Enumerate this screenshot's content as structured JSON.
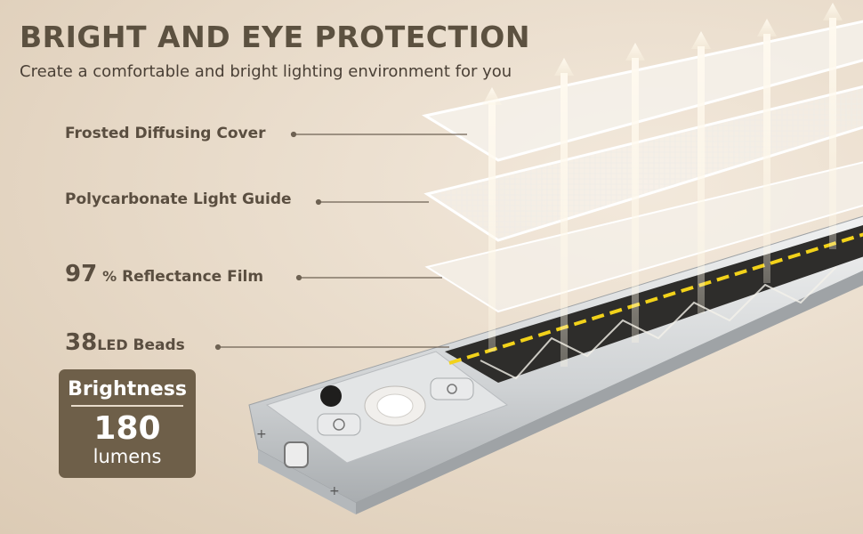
{
  "header": {
    "title": "BRIGHT AND EYE PROTECTION",
    "subtitle": "Create a comfortable and bright lighting environment for you"
  },
  "layers": {
    "cover": "Frosted Diffusing Cover",
    "guide": "Polycarbonate Light Guide",
    "film_value": "97",
    "film_unit": "%",
    "film_text": "Reflectance Film",
    "beads_value": "38",
    "beads_unit": "LED",
    "beads_text": "Beads"
  },
  "badge": {
    "title": "Brightness",
    "value": "180",
    "unit": "lumens"
  },
  "colors": {
    "text": "#5a4e40",
    "badge_bg": "#6e5f49",
    "led_yellow": "#f2d21a",
    "aluminum": "#d9dbdc"
  }
}
